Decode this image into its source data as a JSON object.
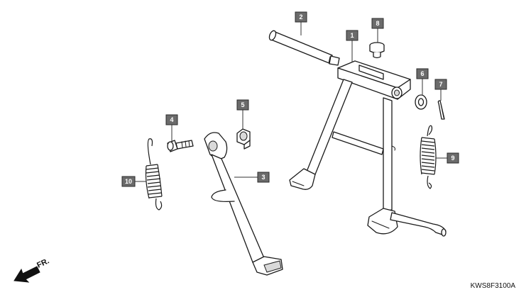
{
  "diagram": {
    "drawing_code": "KWS8F3100A",
    "direction_label": "FR.",
    "callouts": [
      {
        "id": "c1",
        "label": "1"
      },
      {
        "id": "c2",
        "label": "2"
      },
      {
        "id": "c3",
        "label": "3"
      },
      {
        "id": "c4",
        "label": "4"
      },
      {
        "id": "c5",
        "label": "5"
      },
      {
        "id": "c6",
        "label": "6"
      },
      {
        "id": "c7",
        "label": "7"
      },
      {
        "id": "c8",
        "label": "8"
      },
      {
        "id": "c9",
        "label": "9"
      },
      {
        "id": "c10",
        "label": "10"
      }
    ]
  }
}
